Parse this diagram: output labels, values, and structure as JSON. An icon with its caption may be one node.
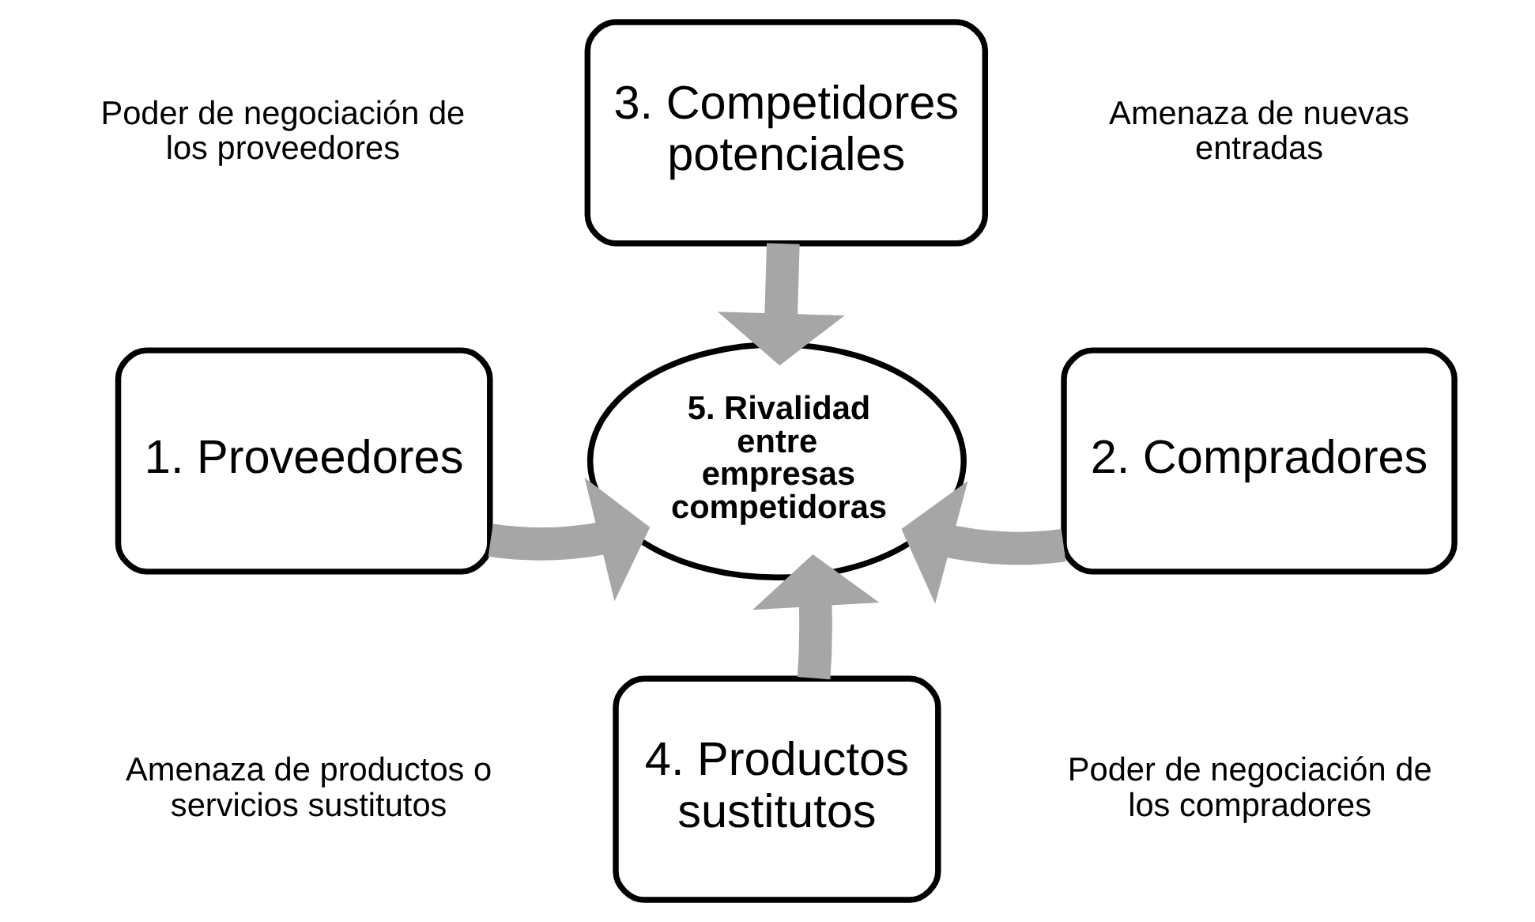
{
  "diagram": {
    "nodes": [
      {
        "text": [
          "3. Competidores potenciales"
        ]
      },
      {
        "text": [
          "1. Proveedores"
        ]
      },
      {
        "text": [
          "5. Rivalidad entre empresas competidoras"
        ]
      },
      {
        "text": [
          "2. Compradores"
        ]
      },
      {
        "text": [
          "4. Productos sustitutos"
        ]
      }
    ],
    "edges": [
      {
        "from": 0,
        "to": 2,
        "arrow": "to"
      },
      {
        "from": 1,
        "to": 2,
        "arrow": "to"
      },
      {
        "from": 3,
        "to": 2,
        "arrow": "to"
      },
      {
        "from": 4,
        "to": 2,
        "arrow": "to"
      }
    ],
    "labels": [
      "Poder de negociación de los proveedores",
      "Amenaza de nuevas entradas",
      "Poder de negociación de los compradores",
      "Amenaza de productos o servicios sustitutos"
    ]
  }
}
